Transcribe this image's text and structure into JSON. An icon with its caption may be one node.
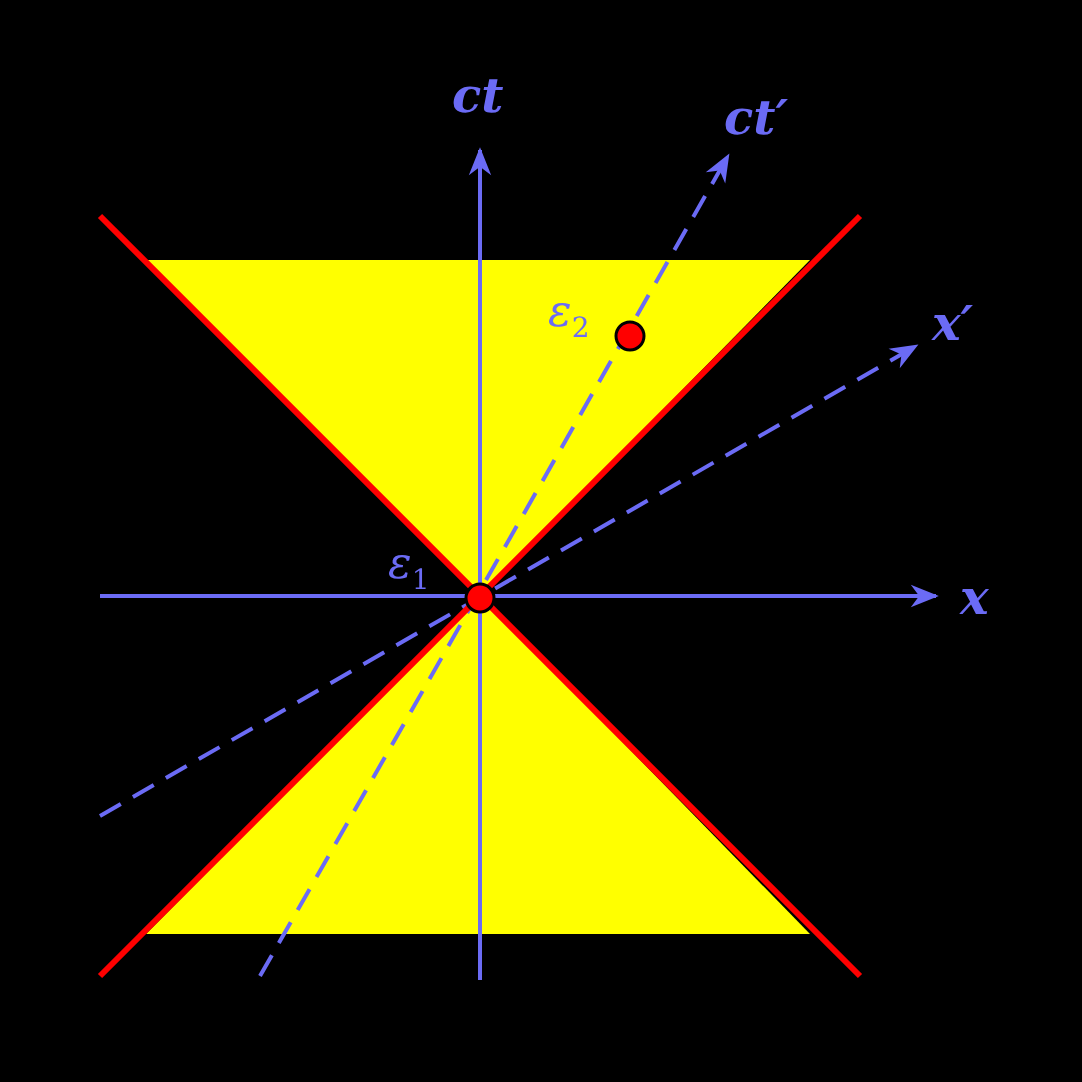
{
  "diagram": {
    "nodes": [
      {
        "text": [],
        "shape": "circle",
        "beside": [
          "ε$_{1}$"
        ]
      },
      {
        "text": [],
        "shape": "circle",
        "beside": [
          "ε$_{2}$"
        ]
      }
    ],
    "labels": [
      "ct",
      "ct′",
      "x′",
      "x"
    ]
  }
}
